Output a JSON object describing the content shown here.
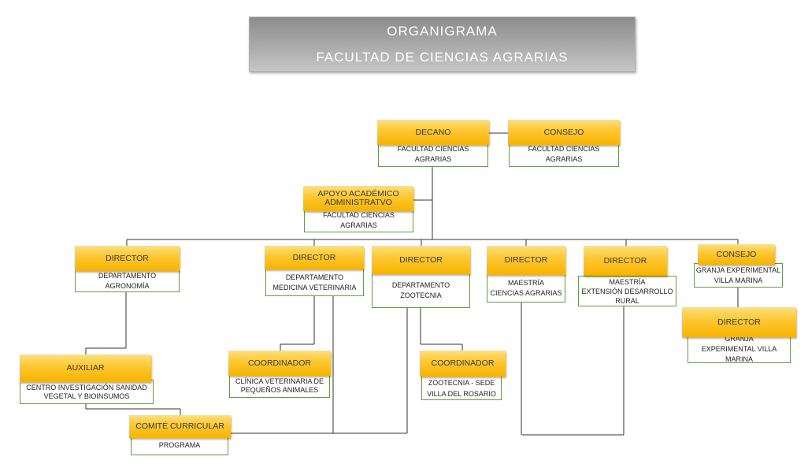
{
  "title": {
    "line1": "ORGANIGRAMA",
    "line2": "FACULTAD  DE CIENCIAS  AGRARIAS"
  },
  "nodes": {
    "decano": {
      "header": "DECANO",
      "body1": "FACULTAD CIENCIAS AGRARIAS"
    },
    "consejo": {
      "header": "CONSEJO",
      "body1": "FACULTAD CIENCIAS AGRARIAS"
    },
    "apoyo": {
      "header1": "APOYO ACADÉMICO",
      "header2": "ADMINISTRATVO",
      "body1": "FACULTAD CIENCIAS AGRARIAS"
    },
    "dir_agro": {
      "header": "DIRECTOR",
      "body1": "DEPARTAMENTO AGRONOMÍA"
    },
    "dir_med": {
      "header": "DIRECTOR",
      "body1": "DEPARTAMENTO",
      "body2": "MEDICINA VETERINARIA"
    },
    "dir_zoo": {
      "header": "DIRECTOR",
      "body1": "DEPARTAMENTO",
      "body2": "ZOOTECNIA"
    },
    "dir_maes": {
      "header": "DIRECTOR",
      "body1": "MAESTRÍA",
      "body2": "CIENCIAS AGRARIAS"
    },
    "dir_ext": {
      "header": "DIRECTOR",
      "body1": "MAESTRÍA",
      "body2": "EXTENSIÓN DESARROLLO",
      "body3": "RURAL"
    },
    "consejo_gr": {
      "header": "CONSEJO",
      "body1": "GRANJA EXPERIMENTAL",
      "body2": "VILLA MARINA"
    },
    "dir_granja": {
      "header": "DIRECTOR",
      "body1": "GRANJA",
      "body2": "EXPERIMENTAL VILLA MARINA"
    },
    "auxiliar": {
      "header": "AUXILIAR",
      "body1": "CENTRO INVESTIGACIÓN SANIDAD",
      "body2": "VEGETAL Y BIOINSUMOS"
    },
    "coord_cli": {
      "header": "COORDINADOR",
      "body1": "CLÍNICA VETERINARIA DE",
      "body2": "PEQUEÑOS ANIMALES"
    },
    "coord_zoo": {
      "header": "COORDINADOR",
      "body1": "ZOOTECNIA - SEDE",
      "body2": "VILLA DEL ROSARIO"
    },
    "comite": {
      "header": "COMITÉ CURRICULAR",
      "body1": "PROGRAMA"
    }
  }
}
